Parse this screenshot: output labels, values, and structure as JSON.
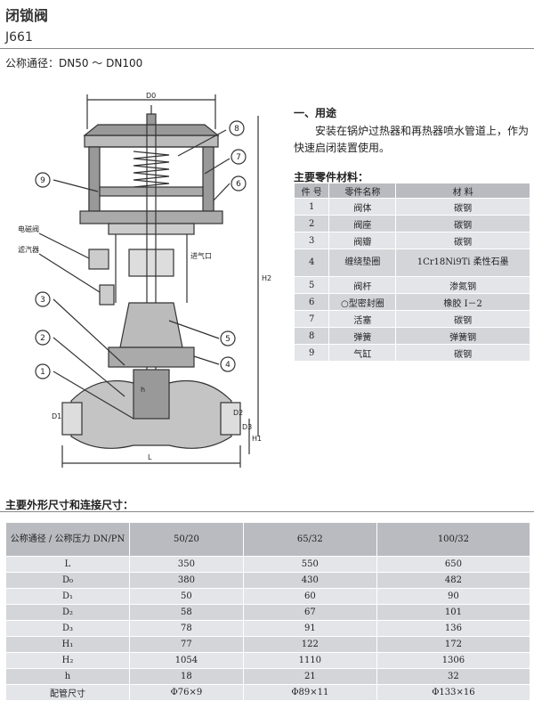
{
  "header": {
    "title": "闭锁阀",
    "model": "J661",
    "nominal": "公称通径：DN50 ～ DN100"
  },
  "drawing": {
    "callouts": [
      "1",
      "2",
      "3",
      "4",
      "5",
      "6",
      "7",
      "8",
      "9"
    ],
    "labels": {
      "solenoid": "电磁阀",
      "filter": "滤汽器",
      "inlet": "进气口",
      "dims": [
        "D0",
        "H2",
        "H1",
        "L",
        "D1",
        "D2",
        "D3",
        "h"
      ]
    }
  },
  "usage": {
    "heading": "一、用途",
    "text": "安装在锅炉过热器和再热器喷水管道上，作为快速启闭装置使用。"
  },
  "parts": {
    "heading": "主要零件材料：",
    "columns": [
      "件 号",
      "零件名称",
      "材  料"
    ],
    "rows": [
      [
        "1",
        "阀体",
        "碳钢"
      ],
      [
        "2",
        "阀座",
        "碳钢"
      ],
      [
        "3",
        "阀瓣",
        "碳钢"
      ],
      [
        "4",
        "缠绕垫圈",
        "1Cr18Ni9Ti 柔性石墨"
      ],
      [
        "5",
        "阀杆",
        "渗氮钢"
      ],
      [
        "6",
        "○型密封圈",
        "橡胶 I－2"
      ],
      [
        "7",
        "活塞",
        "碳钢"
      ],
      [
        "8",
        "弹簧",
        "弹簧钢"
      ],
      [
        "9",
        "气缸",
        "碳钢"
      ]
    ]
  },
  "dims": {
    "heading": "主要外形尺寸和连接尺寸：",
    "header_label": "公称通径 / 公称压力 DN/PN",
    "columns": [
      "50/20",
      "65/32",
      "100/32"
    ],
    "rows": [
      {
        "label": "L",
        "values": [
          "350",
          "550",
          "650"
        ]
      },
      {
        "label": "D₀",
        "values": [
          "380",
          "430",
          "482"
        ]
      },
      {
        "label": "D₁",
        "values": [
          "50",
          "60",
          "90"
        ]
      },
      {
        "label": "D₂",
        "values": [
          "58",
          "67",
          "101"
        ]
      },
      {
        "label": "D₃",
        "values": [
          "78",
          "91",
          "136"
        ]
      },
      {
        "label": "H₁",
        "values": [
          "77",
          "122",
          "172"
        ]
      },
      {
        "label": "H₂",
        "values": [
          "1054",
          "1110",
          "1306"
        ]
      },
      {
        "label": "h",
        "values": [
          "18",
          "21",
          "32"
        ]
      },
      {
        "label": "配管尺寸",
        "values": [
          "Φ76×9",
          "Φ89×11",
          "Φ133×16"
        ]
      }
    ]
  }
}
